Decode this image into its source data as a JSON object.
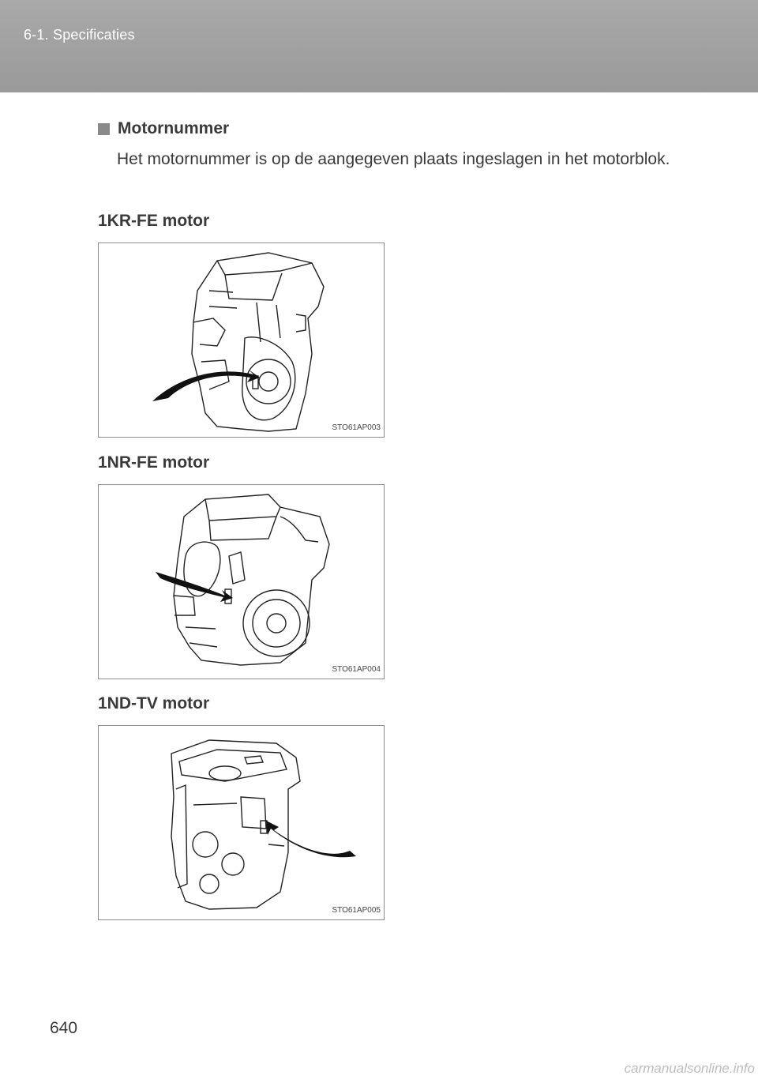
{
  "header": {
    "section": "6-1. Specificaties"
  },
  "content": {
    "heading": "Motornummer",
    "paragraph": "Het motornummer is op de aangegeven plaats ingeslagen in het motorblok."
  },
  "figures": [
    {
      "title": "1KR-FE motor",
      "code": "STO61AP003",
      "icon": "engine-drawing"
    },
    {
      "title": "1NR-FE motor",
      "code": "STO61AP004",
      "icon": "engine-drawing"
    },
    {
      "title": "1ND-TV motor",
      "code": "STO61AP005",
      "icon": "engine-drawing"
    }
  ],
  "footer": {
    "page_number": "640",
    "watermark": "carmanualsonline.info"
  }
}
